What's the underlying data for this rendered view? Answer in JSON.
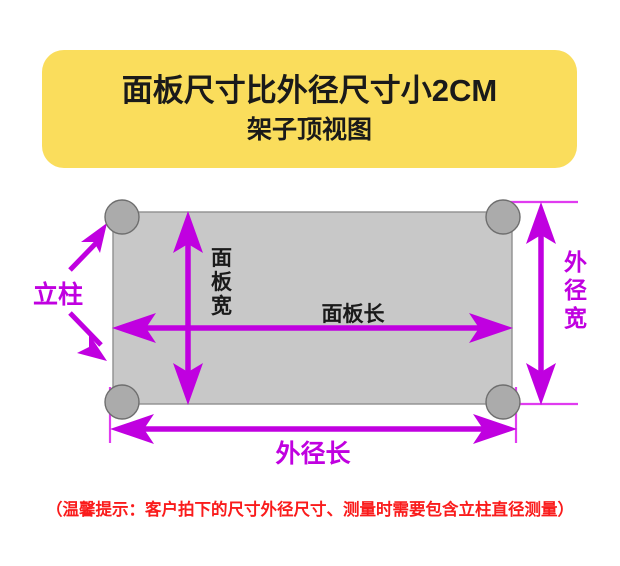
{
  "header": {
    "title": "面板尺寸比外径尺寸小2CM",
    "subtitle": "架子顶视图",
    "background_color": "#fadd5c",
    "text_color": "#1a1a1a"
  },
  "diagram": {
    "name": "架子顶视图",
    "panel_color": "#c8c8c8",
    "panel_border_color": "#8c8c8c",
    "post_color": "#a8a8a8",
    "post_border_color": "#6e6e6e",
    "dimension_color": "#c000e0",
    "inner_label_color": "#1a1a1a",
    "labels": {
      "post": "立柱",
      "panel_width": "面板宽",
      "panel_length": "面板长",
      "outer_width": "外径宽",
      "outer_length": "外径长"
    },
    "panel_width_chars": [
      "面",
      "板",
      "宽"
    ],
    "outer_width_chars": [
      "外",
      "径",
      "宽"
    ]
  },
  "footer": {
    "note": "（温馨提示：客户拍下的尺寸外径尺寸、测量时需要包含立柱直径测量）",
    "color": "#fa1c1c"
  }
}
